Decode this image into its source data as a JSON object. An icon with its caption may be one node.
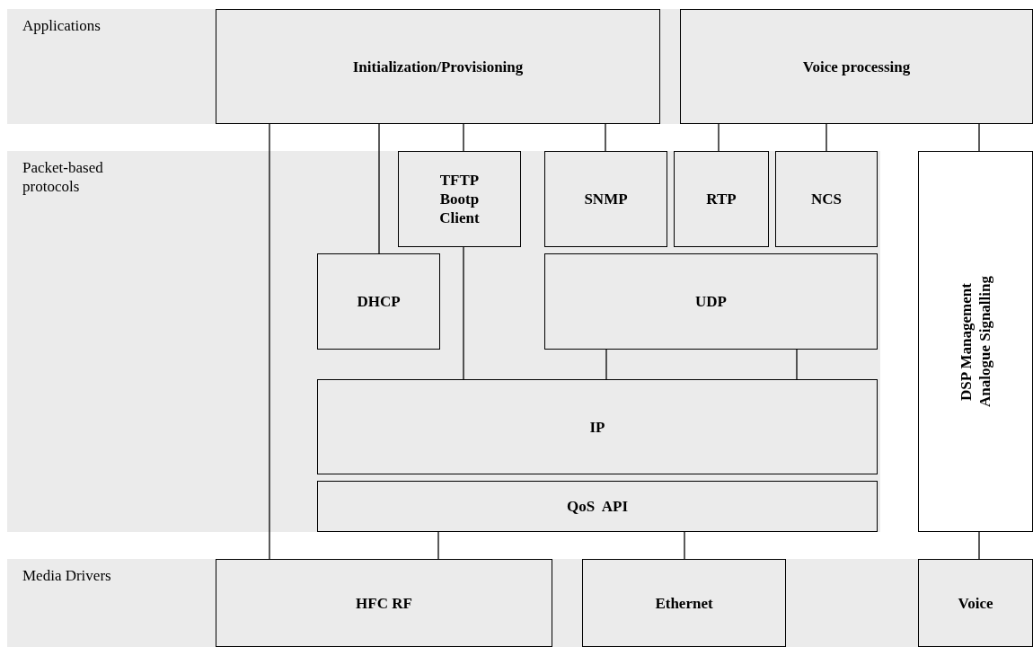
{
  "diagram": {
    "nodes": [
      {
        "text": [
          "Applications"
        ]
      },
      {
        "text": [
          "Initialization/Provisioning"
        ],
        "in": 0
      },
      {
        "text": [
          "Voice processing"
        ],
        "in": 0
      },
      {
        "text": [
          "Packet-based protocols"
        ]
      },
      {
        "text": [
          "TFTP Bootp Client"
        ],
        "in": 3
      },
      {
        "text": [
          "SNMP"
        ],
        "in": 3
      },
      {
        "text": [
          "RTP"
        ],
        "in": 3
      },
      {
        "text": [
          "NCS"
        ],
        "in": 3
      },
      {
        "text": [
          "DHCP"
        ],
        "in": 3
      },
      {
        "text": [
          "UDP"
        ],
        "in": 3
      },
      {
        "text": [
          "IP"
        ],
        "in": 3
      },
      {
        "text": [
          "QoS  API"
        ],
        "in": 3
      },
      {
        "text": [
          "DSP Management Analogue Signalling"
        ]
      },
      {
        "text": [
          "Media Drivers"
        ]
      },
      {
        "text": [
          "HFC RF"
        ],
        "in": 13
      },
      {
        "text": [
          "Ethernet"
        ],
        "in": 13
      },
      {
        "text": [
          "Voice"
        ],
        "in": 13
      }
    ],
    "edges": [
      {
        "from": 1,
        "to": 14,
        "arrow": "none"
      },
      {
        "from": 1,
        "to": 8,
        "arrow": "none"
      },
      {
        "from": 1,
        "to": 4,
        "arrow": "none"
      },
      {
        "from": 1,
        "to": 5,
        "arrow": "none"
      },
      {
        "from": 2,
        "to": 6,
        "arrow": "none"
      },
      {
        "from": 2,
        "to": 7,
        "arrow": "none"
      },
      {
        "from": 2,
        "to": 12,
        "arrow": "none"
      },
      {
        "from": 4,
        "to": 10,
        "arrow": "none"
      },
      {
        "from": 9,
        "to": 10,
        "arrow": "none"
      },
      {
        "from": 9,
        "to": 10,
        "arrow": "none"
      },
      {
        "from": 11,
        "to": 14,
        "arrow": "none"
      },
      {
        "from": 11,
        "to": 15,
        "arrow": "none"
      },
      {
        "from": 12,
        "to": 16,
        "arrow": "none"
      }
    ]
  }
}
